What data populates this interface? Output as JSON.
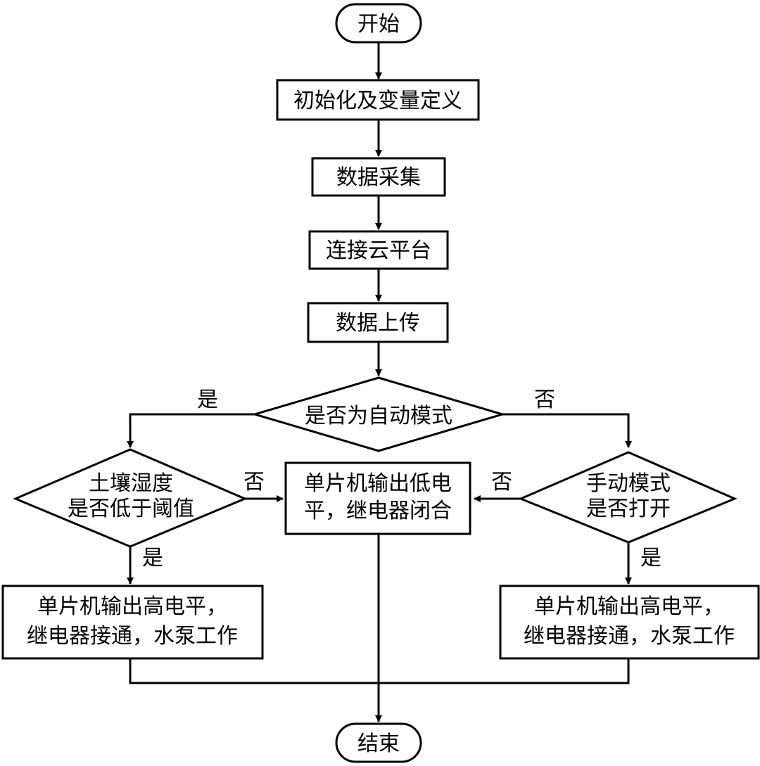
{
  "nodes": {
    "start": "开始",
    "init": "初始化及变量定义",
    "collect": "数据采集",
    "connect": "连接云平台",
    "upload": "数据上传",
    "auto_mode": "是否为自动模式",
    "soil": [
      "土壤湿度",
      "是否低于阈值"
    ],
    "low_output": [
      "单片机输出低电",
      "平，继电器闭合"
    ],
    "manual": [
      "手动模式",
      "是否打开"
    ],
    "high_left": [
      "单片机输出高电平，",
      "继电器接通，水泵工作"
    ],
    "high_right": [
      "单片机输出高电平，",
      "继电器接通，水泵工作"
    ],
    "end": "结束"
  },
  "edge_labels": {
    "auto_yes": "是",
    "auto_no": "否",
    "soil_no": "否",
    "soil_yes": "是",
    "manual_no": "否",
    "manual_yes": "是"
  },
  "colors": {
    "stroke": "#000000",
    "fill": "#ffffff"
  }
}
